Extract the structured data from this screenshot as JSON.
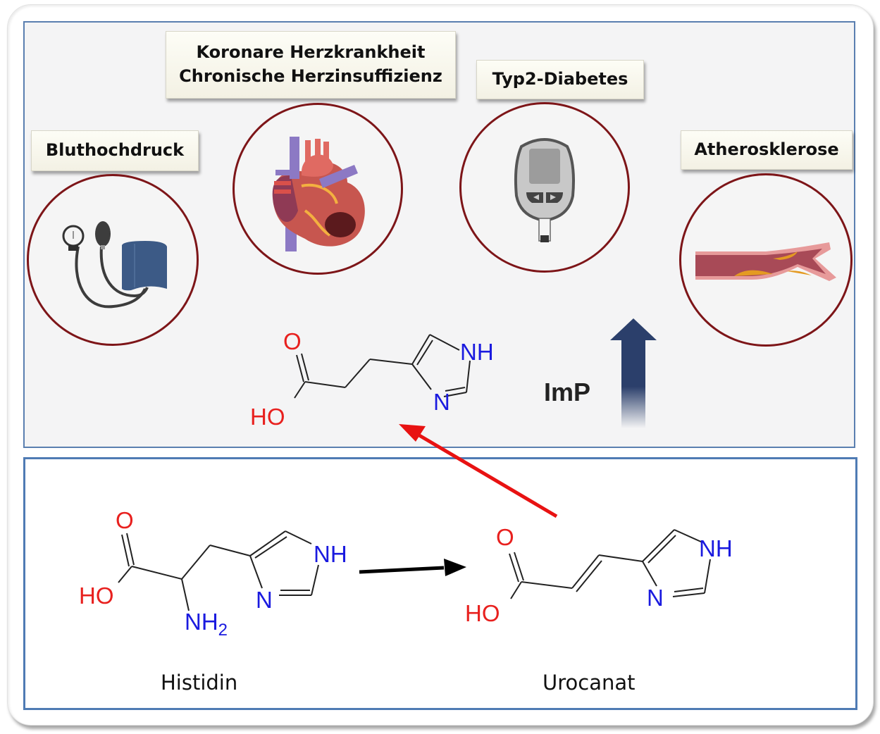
{
  "diagram": {
    "top_panel": {
      "conditions": [
        {
          "id": "hypertension",
          "lines": [
            "Bluthochdruck"
          ],
          "icon": "blood-pressure-cuff-icon"
        },
        {
          "id": "heart-disease",
          "lines": [
            "Koronare Herzkrankheit",
            "Chronische Herzinsuffizienz"
          ],
          "icon": "heart-icon"
        },
        {
          "id": "diabetes",
          "lines": [
            "Typ2-Diabetes"
          ],
          "icon": "glucose-meter-icon"
        },
        {
          "id": "atherosclerosis",
          "lines": [
            "Atherosklerose"
          ],
          "icon": "artery-plaque-icon"
        }
      ],
      "product": {
        "name": "ImP",
        "atoms": {
          "carbonyl_o": "O",
          "hydroxyl": "HO",
          "ring_nh": "NH",
          "ring_n": "N"
        },
        "trend": "increase",
        "trend_icon": "up-arrow-icon"
      }
    },
    "bottom_panel": {
      "reactant": {
        "name": "Histidin",
        "atoms": {
          "carbonyl_o": "O",
          "hydroxyl": "HO",
          "amine": "NH",
          "amine_sub": "2",
          "ring_nh": "NH",
          "ring_n": "N"
        }
      },
      "product": {
        "name": "Urocanat",
        "atoms": {
          "carbonyl_o": "O",
          "hydroxyl": "HO",
          "ring_nh": "NH",
          "ring_n": "N"
        }
      }
    },
    "colors": {
      "panel_border": "#4f7bb4",
      "ring_border": "#7d1518",
      "oxygen": "#e8201e",
      "nitrogen": "#1a1adf",
      "conversion_arrow": "#e81212",
      "reaction_arrow": "#000000",
      "trend_arrow": "#2b3f6b"
    }
  }
}
